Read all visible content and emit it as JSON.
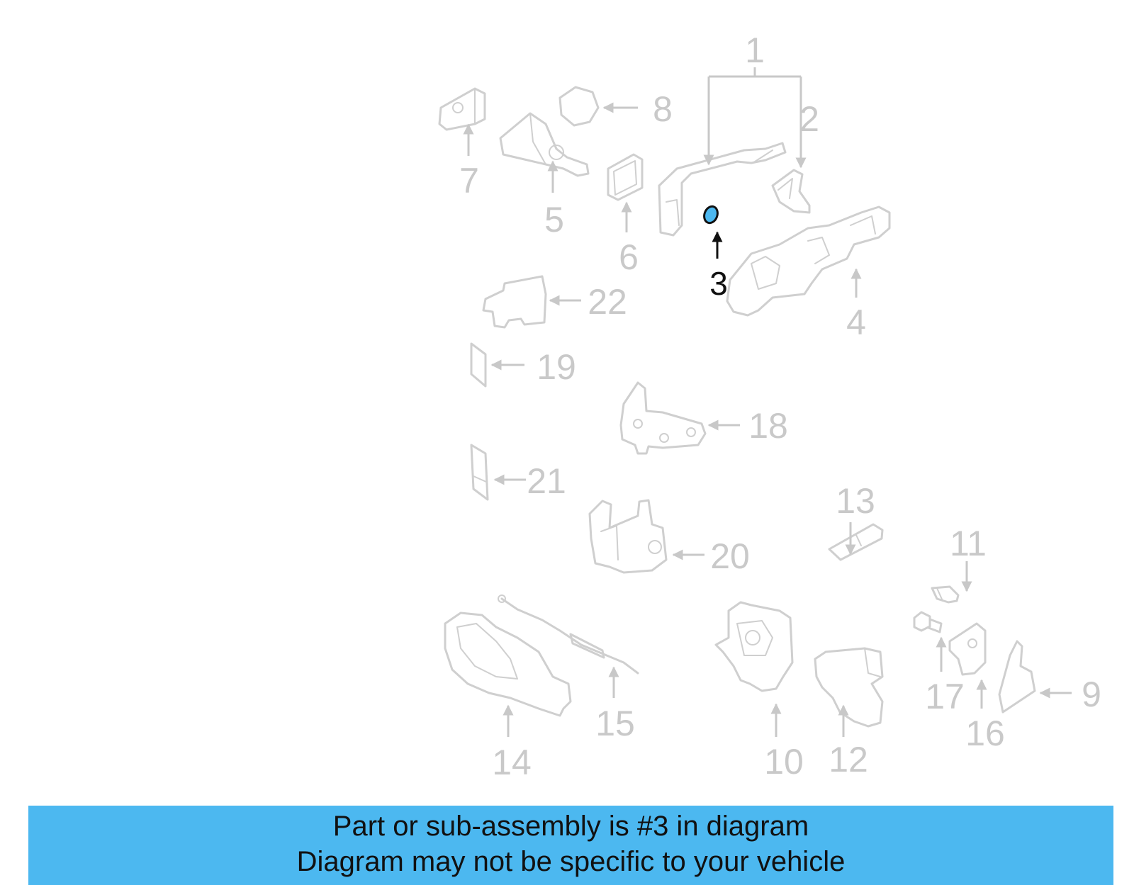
{
  "highlight_color": "#4cb8f0",
  "parts_color": "#c9c9c9",
  "highlighted_callout": "3",
  "callouts": {
    "c1": "1",
    "c2": "2",
    "c3": "3",
    "c4": "4",
    "c5": "5",
    "c6": "6",
    "c7": "7",
    "c8": "8",
    "c9": "9",
    "c10": "10",
    "c11": "11",
    "c12": "12",
    "c13": "13",
    "c14": "14",
    "c15": "15",
    "c16": "16",
    "c17": "17",
    "c18": "18",
    "c19": "19",
    "c20": "20",
    "c21": "21",
    "c22": "22"
  },
  "banner": {
    "line1": "Part or sub-assembly is #3 in diagram",
    "line2": "Diagram may not be specific to your vehicle"
  }
}
